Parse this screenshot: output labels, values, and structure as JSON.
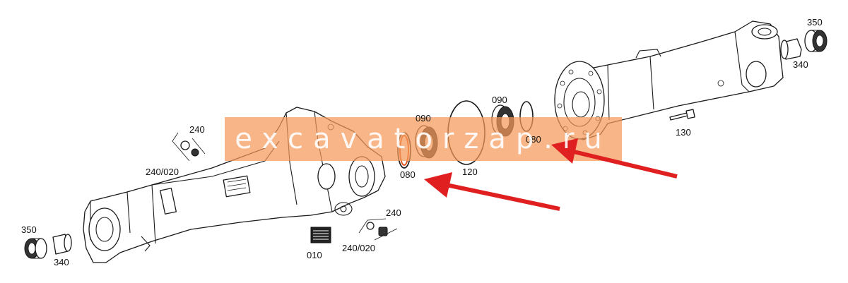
{
  "labels": {
    "p350_left": "350",
    "p340_left": "340",
    "p240_upper": "240",
    "p240020_upper": "240/020",
    "p010": "010",
    "p240_lower": "240",
    "p240020_lower": "240/020",
    "p080_left": "080",
    "p090_left": "090",
    "p120": "120",
    "p090_right": "090",
    "p080_right": "080",
    "p130": "130",
    "p350_right": "350",
    "p340_right": "340"
  },
  "watermark": {
    "text": "excavatorzap.ru",
    "color": "#f59a5a"
  },
  "colors": {
    "arrow": "#e02020",
    "seal": "#e0561f",
    "outline": "#1a1a1a"
  }
}
